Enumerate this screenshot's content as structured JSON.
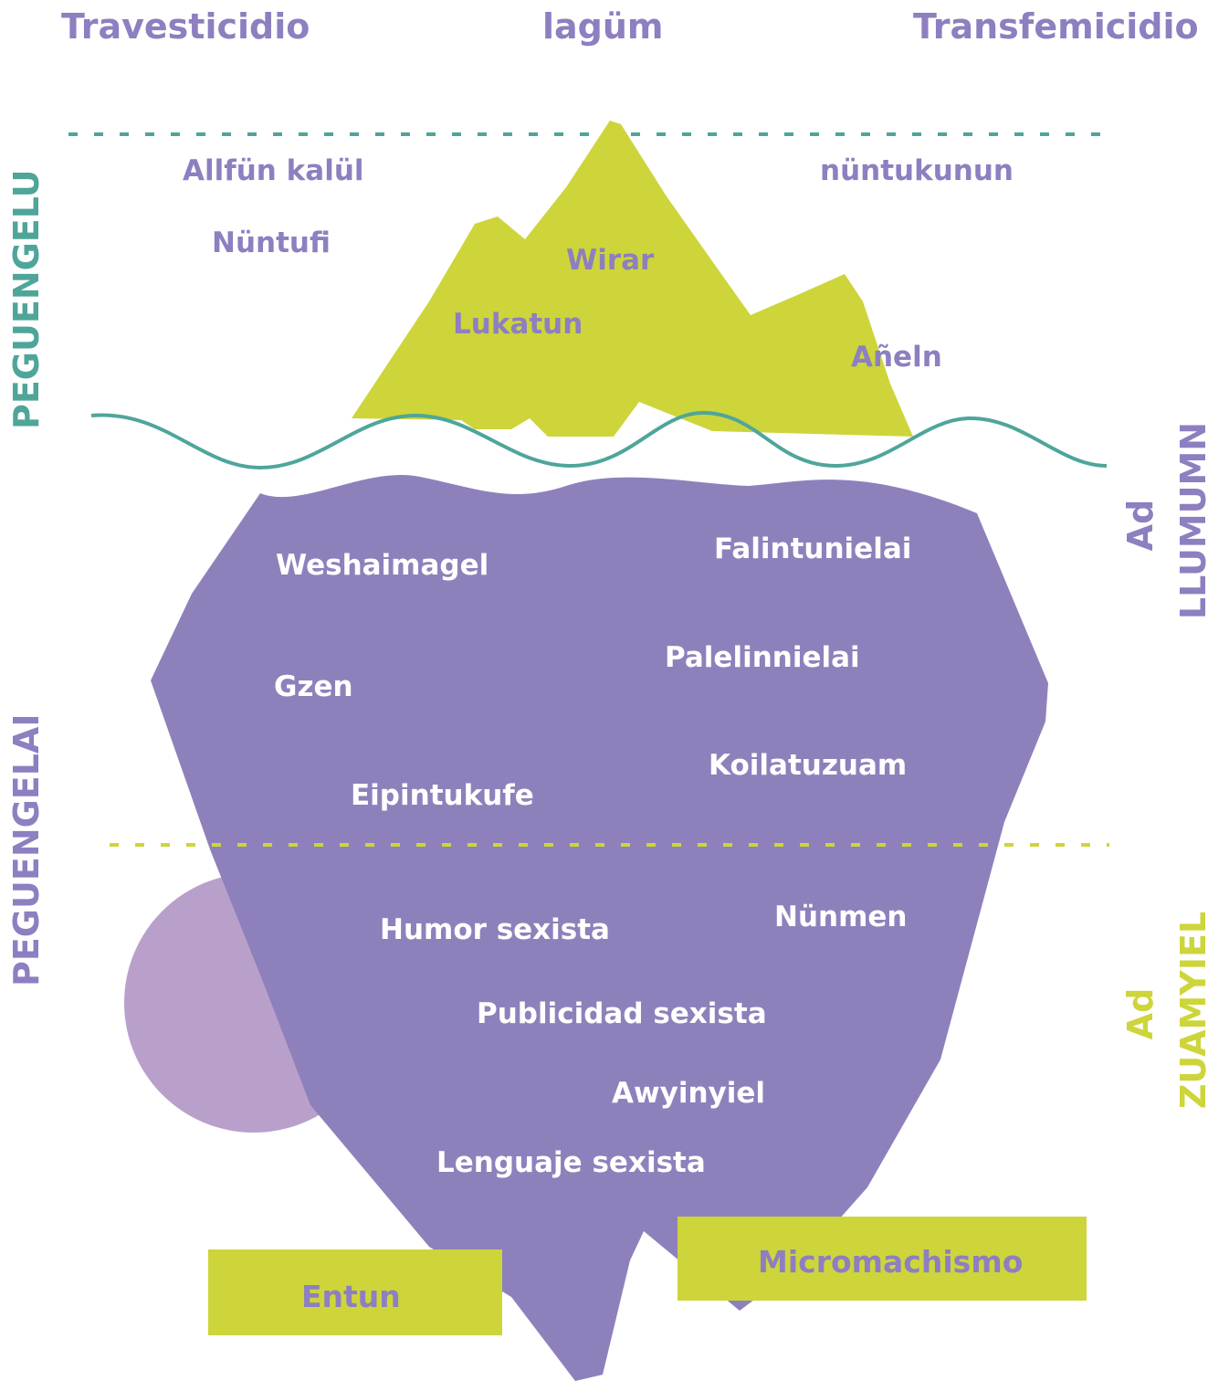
{
  "header": {
    "left": "Travesticidio",
    "center": "lagüm",
    "right": "Transfemicidio"
  },
  "side": {
    "upper_left": "PEGUENGELU",
    "lower_left": "PEGUENGELAI",
    "upper_right_a": "Ad",
    "upper_right_b": "LLUMUMN",
    "lower_right_a": "Ad",
    "lower_right_b": "ZUAMYIEL"
  },
  "tip_labels": {
    "allfun": "Allfün kalül",
    "nuntukunun": "nüntukunun",
    "nuntufi": "Nüntufi",
    "wirar": "Wirar",
    "lukatun": "Lukatun",
    "aneln": "Añeln"
  },
  "body_labels": {
    "weshaimagel": "Weshaimagel",
    "falintunielai": "Falintunielai",
    "palelinnielai": "Palelinnielai",
    "gzen": "Gzen",
    "koilatuzuam": "Koilatuzuam",
    "eipintukufe": "Eipintukufe",
    "humor": "Humor sexista",
    "nunmen": "Nünmen",
    "publicidad": "Publicidad sexista",
    "awyinyiel": "Awyinyiel",
    "lenguaje": "Lenguaje sexista"
  },
  "boxes": {
    "entun": "Entun",
    "micromachismo": "Micromachismo"
  },
  "colors": {
    "purple": "#8d7fc0",
    "iceberg": "#8e81bb",
    "lilac": "#b9a0cb",
    "lime": "#cdd53a",
    "teal": "#4fa59a"
  }
}
